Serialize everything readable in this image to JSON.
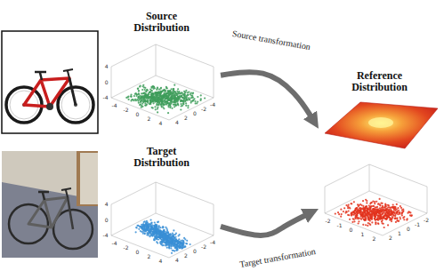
{
  "diagram": {
    "nodes": [
      {
        "text": [
          "Source Distribution"
        ]
      },
      {
        "text": [
          "Target Distribution"
        ]
      },
      {
        "text": [
          "Reference Distribution"
        ]
      }
    ],
    "edges": [
      {
        "from": 0,
        "to": 2,
        "arrow": "to",
        "label": "Source transformation"
      },
      {
        "from": 1,
        "to": 2,
        "arrow": "to",
        "label": "Target transformation"
      }
    ],
    "labels": [
      "4",
      "0",
      "-4",
      "-4",
      "-2",
      "0",
      "2",
      "4",
      "4",
      "2",
      "0",
      "-2",
      "-4",
      "4",
      "0",
      "-4",
      "-4",
      "-2",
      "0",
      "2",
      "4",
      "4",
      "2",
      "0",
      "-2",
      "-4",
      "-2",
      "-1",
      "0",
      "1",
      "2",
      "2",
      "1",
      "0",
      "-1",
      "-2"
    ]
  }
}
